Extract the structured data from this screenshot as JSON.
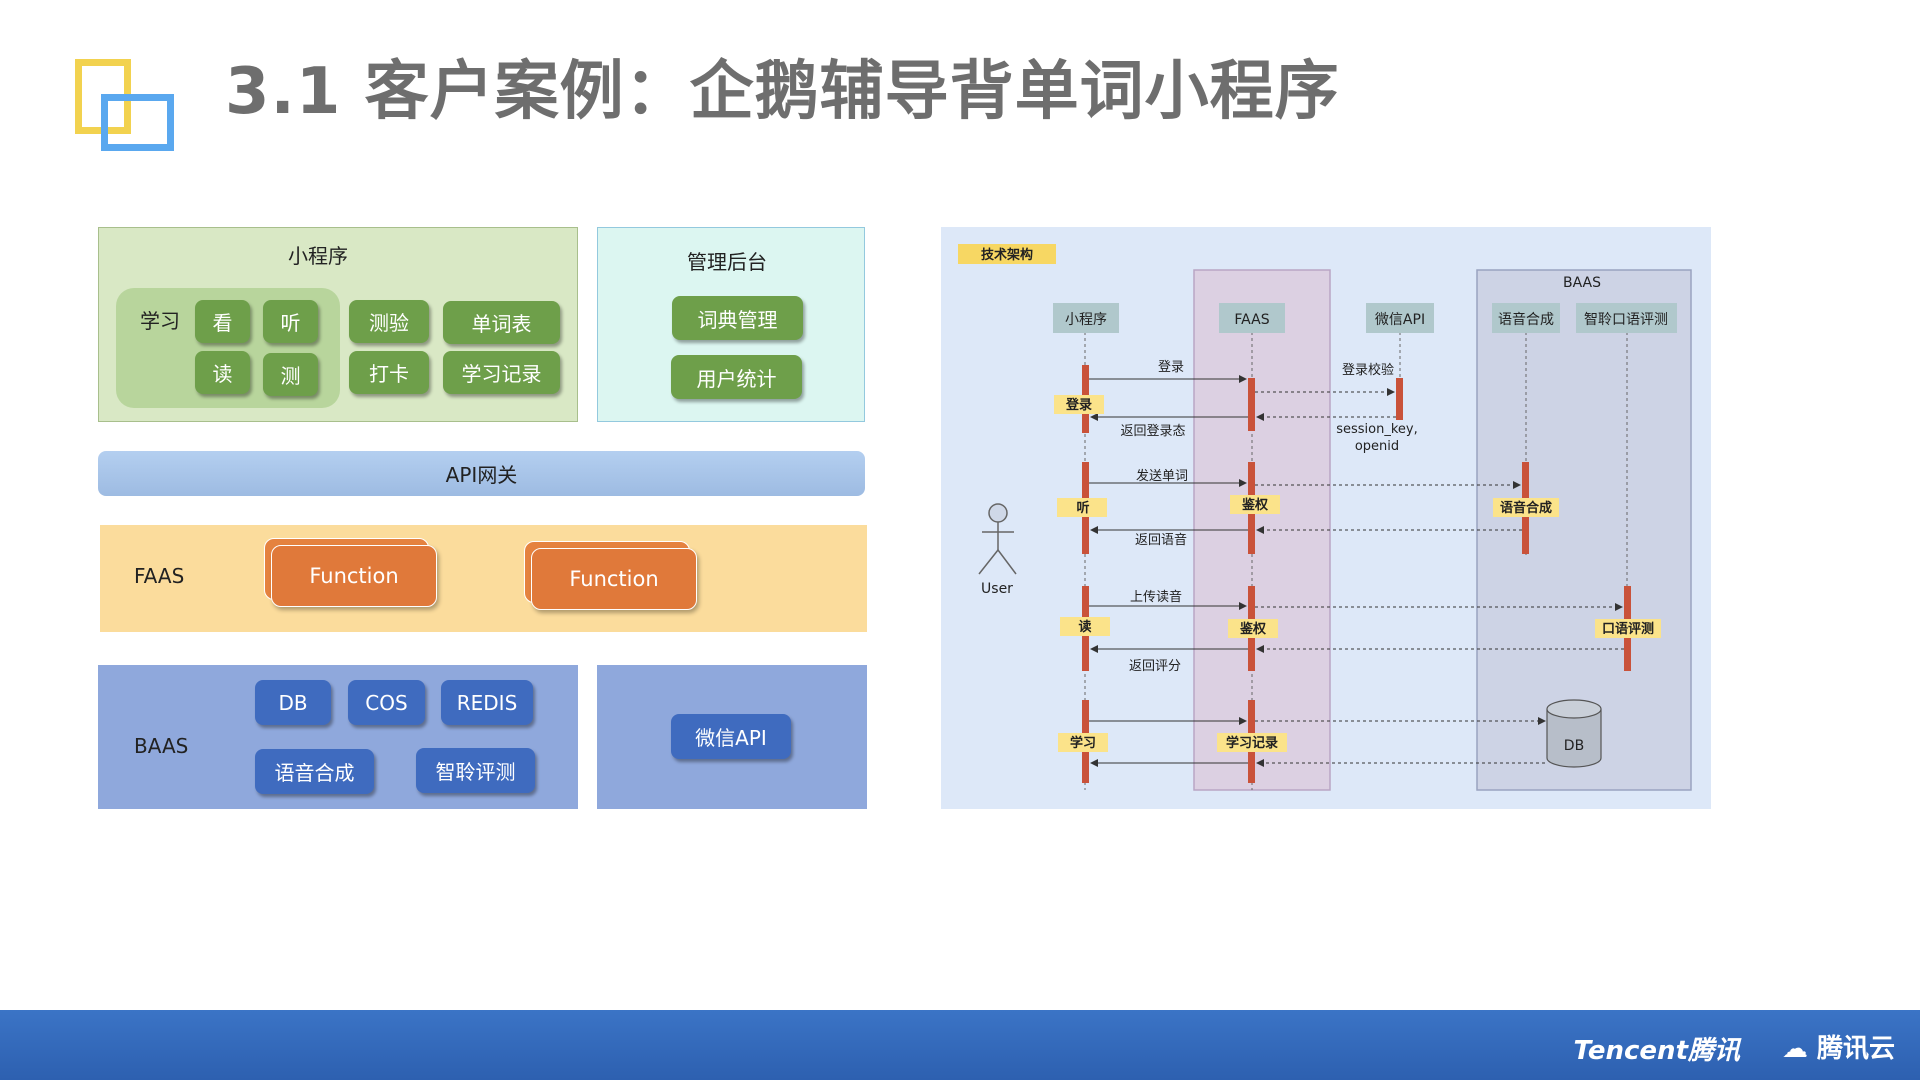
{
  "title": "3.1 客户案例：企鹅辅导背单词小程序",
  "architecture": {
    "mini_program": {
      "title": "小程序",
      "learn_label": "学习",
      "learn_items": [
        "看",
        "听",
        "读",
        "测"
      ],
      "items": [
        "测验",
        "单词表",
        "打卡",
        "学习记录"
      ]
    },
    "admin": {
      "title": "管理后台",
      "items": [
        "词典管理",
        "用户统计"
      ]
    },
    "api_gateway": "API网关",
    "faas": {
      "label": "FAAS",
      "functions": [
        "Function",
        "Function"
      ]
    },
    "baas": {
      "label": "BAAS",
      "items": [
        "DB",
        "COS",
        "REDIS",
        "语音合成",
        "智聆评测"
      ]
    },
    "wechat_api": "微信API"
  },
  "sequence": {
    "tag": "技术架构",
    "group_baas": "BAAS",
    "actor": "User",
    "participants": [
      "小程序",
      "FAAS",
      "微信API",
      "语音合成",
      "智聆口语评测"
    ],
    "messages": [
      "登录",
      "登录校验",
      "返回登录态",
      "session_key,",
      "openid",
      "发送单词",
      "返回语音",
      "上传读音",
      "返回评分"
    ],
    "activations": [
      "登录",
      "听",
      "鉴权",
      "语音合成",
      "读",
      "鉴权",
      "口语评测",
      "学习",
      "学习记录"
    ],
    "db": "DB"
  },
  "footer": {
    "brand": "Tencent腾讯",
    "cloud": "腾讯云"
  },
  "colors": {
    "title_gray": "#6e6e6e",
    "green_button": "#6e9f4a",
    "blue_button": "#3f6bbf",
    "function_orange": "#e0793a",
    "activation_red": "#c9523a",
    "activation_label": "#fbe38a",
    "footer_blue": "#2d60b0"
  }
}
